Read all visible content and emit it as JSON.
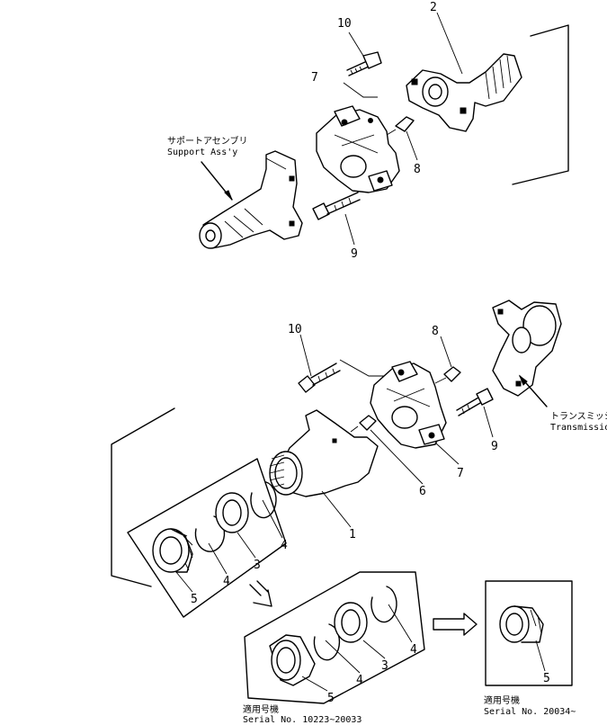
{
  "labels": {
    "top_10": "10",
    "top_2": "2",
    "top_7": "7",
    "top_8": "8",
    "top_9": "9",
    "mid_10": "10",
    "mid_8": "8",
    "mid_9": "9",
    "mid_7": "7",
    "mid_6": "6",
    "mid_1": "1",
    "kit_4a": "4",
    "kit_4b": "4",
    "kit_3": "3",
    "kit_5": "5",
    "alt_4a": "4",
    "alt_4b": "4",
    "alt_3": "3",
    "alt_5": "5",
    "nut_5": "5"
  },
  "captions": {
    "support_jp": "サポートアセンブリ",
    "support_en": "Support Ass'y",
    "transmission_jp": "トランスミッション",
    "transmission_en": "Transmission",
    "serial1_jp": "適用号機",
    "serial1_en": "Serial  No.  10223~20033",
    "serial2_jp": "適用号機",
    "serial2_en": "Serial  No.  20034~"
  }
}
